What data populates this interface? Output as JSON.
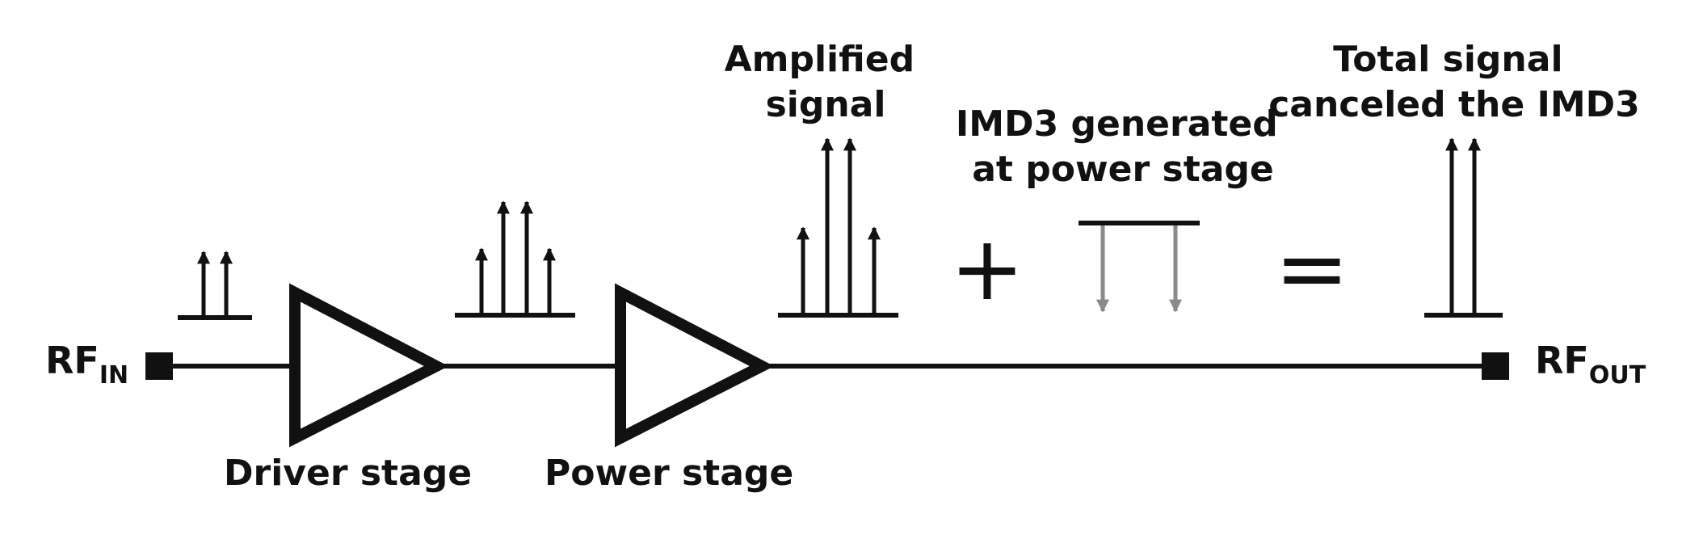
{
  "ports": {
    "input": {
      "main": "RF",
      "sub": "IN"
    },
    "output": {
      "main": "RF",
      "sub": "OUT"
    }
  },
  "stages": {
    "driver": "Driver stage",
    "power": "Power stage"
  },
  "annotations": {
    "amplified": [
      "Amplified",
      "signal"
    ],
    "imd3": [
      "IMD3 generated",
      "at power stage"
    ],
    "total": [
      "Total signal",
      "canceled the IMD3"
    ]
  },
  "operators": {
    "plus": "+",
    "equals": "="
  },
  "colors": {
    "line": "#111111",
    "imd3_arrow": "#8a8a8a",
    "background": "#ffffff"
  }
}
